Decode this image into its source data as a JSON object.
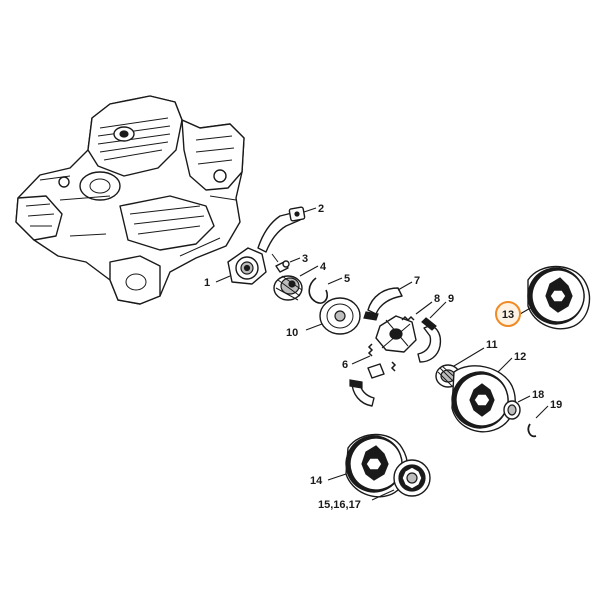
{
  "diagram": {
    "highlight_color": "#f08a24",
    "highlighted_label": "13",
    "callouts": {
      "c1": "1",
      "c2": "2",
      "c3": "3",
      "c4": "4",
      "c5": "5",
      "c6": "6",
      "c7": "7",
      "c8": "8",
      "c9": "9",
      "c10": "10",
      "c11": "11",
      "c12": "12",
      "c13": "13",
      "c14": "14",
      "c15": "15,16,17",
      "c18": "18",
      "c19": "19"
    }
  }
}
